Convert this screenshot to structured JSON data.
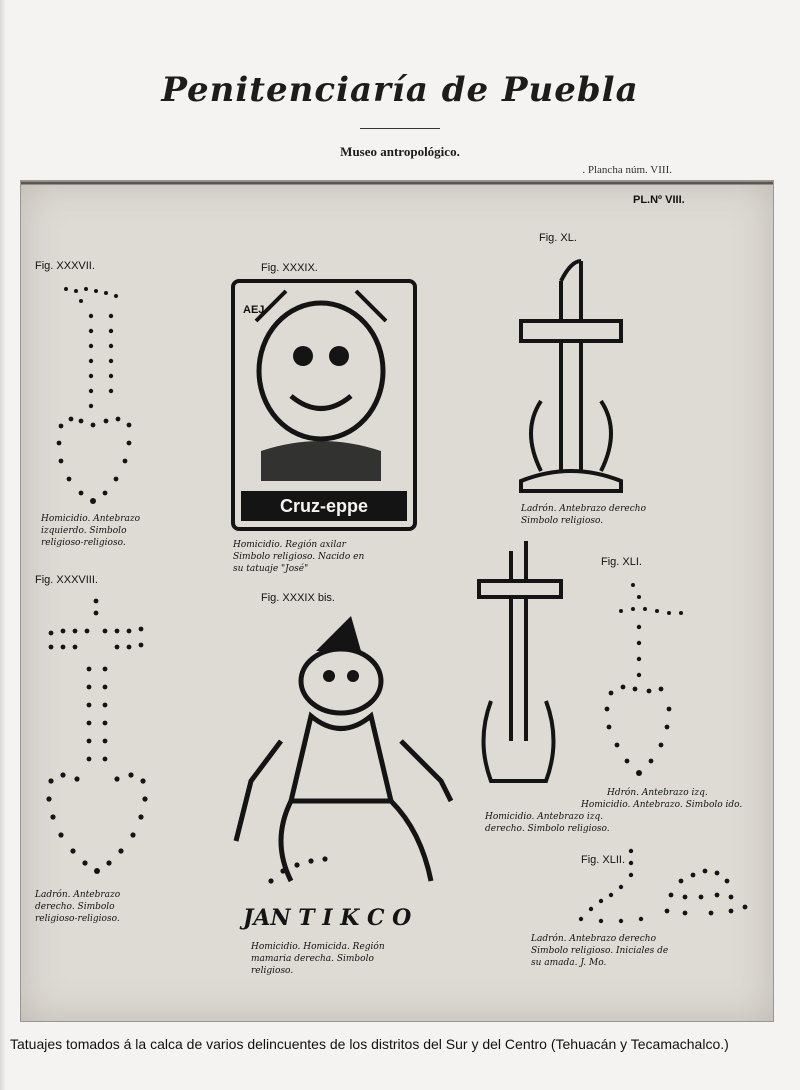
{
  "header": {
    "title": "Penitenciaría de Puebla",
    "subtitle": "Museo antropológico.",
    "plate_number": ". Plancha núm. VIII."
  },
  "plate": {
    "corner_mark": "PL.Nº VIII.",
    "figures": {
      "fig37": {
        "label": "Fig. XXXVII.",
        "lines": [
          "Homicidio. Antebrazo",
          "izquierdo. Simbolo",
          "religioso-religioso."
        ]
      },
      "fig38": {
        "label": "Fig. XXXVIII.",
        "lines": [
          "Ladrón. Antebrazo",
          "derecho. Simbolo",
          "religioso-religioso."
        ]
      },
      "fig39": {
        "label": "Fig. XXXIX.",
        "stamp_text": "AEJ",
        "banner_text": "Cruz-eppe",
        "lines": [
          "Homicidio. Región axilar",
          "Simbolo religioso. Nacido en",
          "su tatuaje \"José\""
        ]
      },
      "fig39b": {
        "label": "Fig. XXXIX bis.",
        "banner_text": "JAN T I K C O",
        "lines": [
          "Homicidio. Homicida. Región",
          "mamaria derecha. Simbolo",
          "religioso."
        ]
      },
      "fig40": {
        "label": "Fig. XL.",
        "lines": [
          "Ladrón. Antebrazo derecho",
          "Simbolo religioso."
        ]
      },
      "fig41": {
        "label": "Fig. XLI.",
        "lines": [
          "Hdrón. Antebrazo izq.",
          "Homicidio. Antebrazo. Simbolo ido.",
          "Homicidio. Antebrazo izq.",
          "derecho. Simbolo religioso."
        ]
      },
      "fig42": {
        "label": "Fig. XLII.",
        "lines": [
          "Ladrón. Antebrazo derecho",
          "Simbolo religioso. Iniciales de",
          "su amada. J. Mo."
        ]
      }
    }
  },
  "caption": "Tatuajes tomados á la calca de varios delincuentes de los distritos del Sur  y  del Centro (Tehuacán  y  Tecamachalco.)"
}
